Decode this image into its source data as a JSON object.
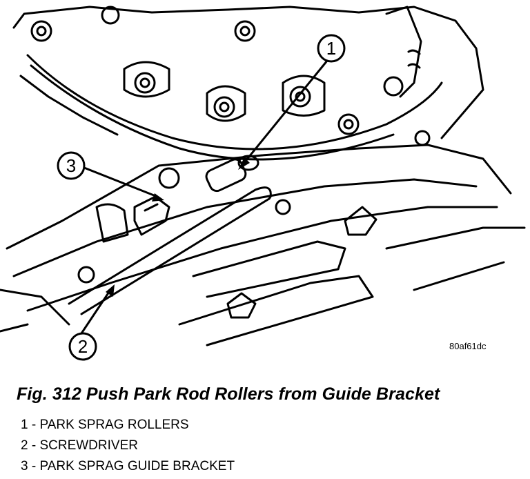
{
  "figure": {
    "callouts": [
      "1",
      "2",
      "3"
    ],
    "figure_id": "80af61dc",
    "caption": "Fig. 312 Push Park Rod Rollers from Guide Bracket"
  },
  "legend": {
    "items": [
      "1 - PARK SPRAG ROLLERS",
      "2 - SCREWDRIVER",
      "3 - PARK SPRAG GUIDE BRACKET"
    ]
  }
}
